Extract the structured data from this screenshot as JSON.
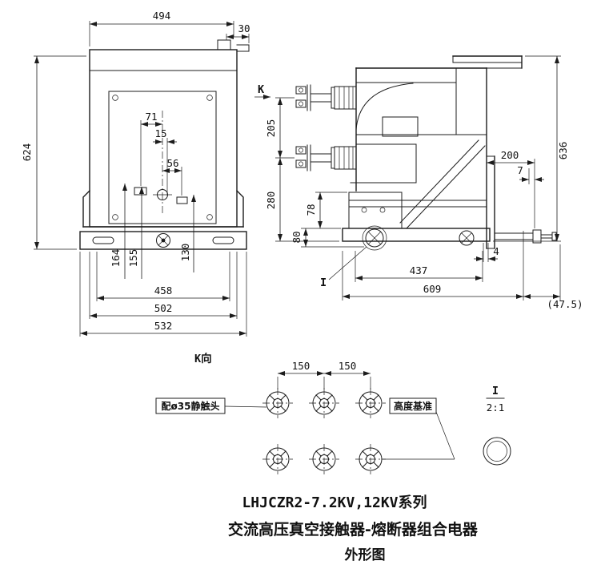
{
  "front": {
    "d494": "494",
    "d30": "30",
    "d624": "624",
    "d71": "71",
    "d15": "15",
    "d56": "56",
    "d164": "164",
    "d155": "155",
    "d130": "130",
    "d458": "458",
    "d502": "502",
    "d532": "532"
  },
  "side": {
    "k_label": "K",
    "i_label": "I",
    "d205": "205",
    "d280": "280",
    "d78": "78",
    "d80": "80",
    "d200": "200",
    "d7": "7",
    "d636": "636",
    "d4": "4",
    "d437": "437",
    "d609": "609",
    "d47_5": "(47.5)"
  },
  "kview": {
    "label": "K向",
    "d150_left": "150",
    "d150_right": "150",
    "note_static_contact": "配ø35静触头",
    "note_height_datum": "高度基准"
  },
  "detail": {
    "label": "I",
    "scale": "2:1"
  },
  "title": {
    "line1": "LHJCZR2-7.2KV,12KV系列",
    "line2": "交流高压真空接触器-熔断器组合电器",
    "line3": "外形图"
  },
  "colors": {
    "line": "#1c1c1c",
    "background": "#ffffff"
  }
}
